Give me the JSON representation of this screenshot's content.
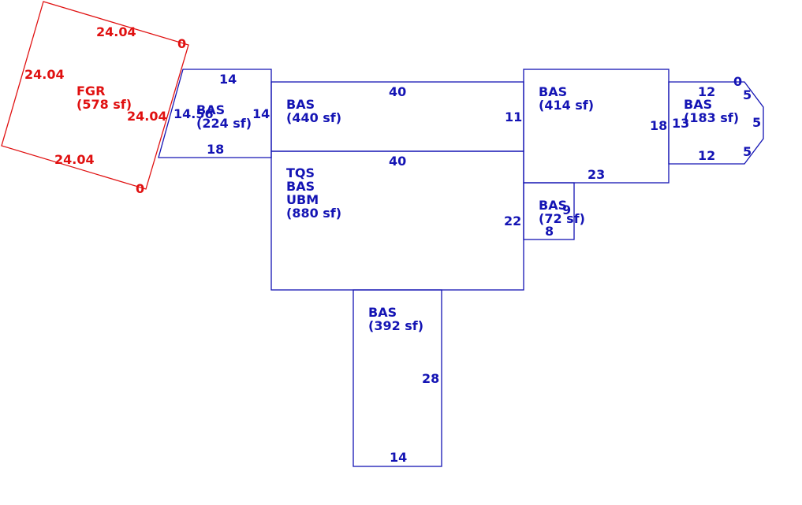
{
  "colors": {
    "living": "#1414b4",
    "garage": "#e01010",
    "background": "#ffffff"
  },
  "areas": {
    "fgr": {
      "code": "FGR",
      "area": "(578 sf)"
    },
    "a224": {
      "code": "BAS",
      "area": "(224 sf)"
    },
    "a440": {
      "code": "BAS",
      "area": "(440 sf)"
    },
    "a880": {
      "code1": "TQS",
      "code2": "BAS",
      "code3": "UBM",
      "area": "(880 sf)"
    },
    "a414": {
      "code": "BAS",
      "area": "(414 sf)"
    },
    "a183": {
      "code": "BAS",
      "area": "(183 sf)"
    },
    "a72": {
      "code": "BAS",
      "area": "(72 sf)"
    },
    "a392": {
      "code": "BAS",
      "area": "(392 sf)"
    }
  },
  "dims": {
    "fgr_top": "24.04",
    "fgr_top_corner": "0",
    "fgr_left": "24.04",
    "fgr_right": "24.04",
    "fgr_bottom": "24.04",
    "fgr_bottom_corner": "0",
    "a224_top": "14",
    "a224_left": "14.56",
    "a224_right": "14",
    "a224_bottom": "18",
    "a440_top": "40",
    "a440_right": "11",
    "a880_top": "40",
    "a880_right": "22",
    "a414_right": "18",
    "a414_bottom": "23",
    "a183_top": "12",
    "a183_corner": "0",
    "a183_diag_top": "5",
    "a183_side": "5",
    "a183_diag_bottom": "5",
    "a183_left": "13",
    "a183_bottom": "12",
    "a72_right": "9",
    "a72_bottom": "8",
    "a392_right": "28",
    "a392_bottom": "14"
  }
}
